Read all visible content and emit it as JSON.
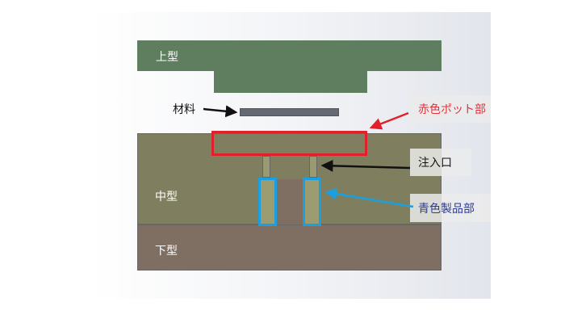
{
  "labels": {
    "upper_mold": "上型",
    "middle_mold": "中型",
    "lower_mold": "下型",
    "material": "材料",
    "pot": "赤色ポット部",
    "gate": "注入口",
    "product": "青色製品部"
  },
  "colors": {
    "upper_mold": "#5f7d5f",
    "middle_mold": "#7f7f5f",
    "lower_mold": "#7f6e62",
    "material": "#636a73",
    "pot_outline": "#e0202a",
    "product_outline": "#1aa0e0",
    "pot_text": "#e0303a",
    "product_text": "#2b3a9a"
  }
}
